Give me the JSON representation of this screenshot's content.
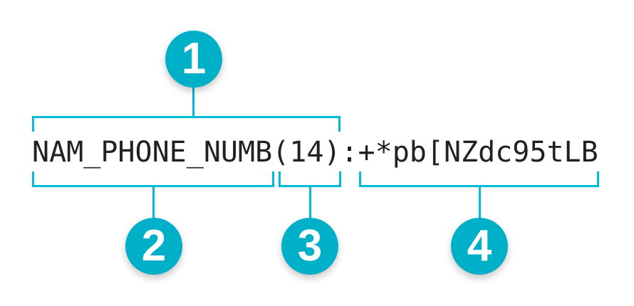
{
  "diagram": {
    "code_string": "NAM_PHONE_NUMB(14):+*pb[NZdc95tLB",
    "callouts": [
      {
        "number": "1",
        "covers": "NAM_PHONE_NUMB(14)",
        "bracket_side": "top"
      },
      {
        "number": "2",
        "covers": "NAM_PHONE_NUMB",
        "bracket_side": "bottom"
      },
      {
        "number": "3",
        "covers": "(14)",
        "bracket_side": "bottom"
      },
      {
        "number": "4",
        "covers": "+*pb[NZdc95tLB",
        "bracket_side": "bottom"
      }
    ],
    "colors": {
      "background": "#ffffff",
      "code_text": "#212121",
      "bracket_line": "#00bcd6",
      "badge_fill": "#00afc8",
      "badge_number": "#ffffff"
    }
  }
}
